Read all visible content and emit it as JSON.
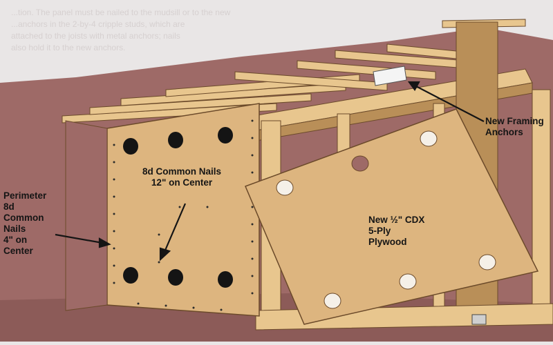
{
  "labels": {
    "framing_anchors": [
      "New Framing",
      "Anchors"
    ],
    "common_nails": [
      "8d Common Nails",
      "12\" on Center"
    ],
    "perimeter_nails": [
      "Perimeter",
      "8d",
      "Common",
      "Nails",
      "4\" on",
      "Center"
    ],
    "plywood": [
      "New ½\" CDX",
      "5-Ply",
      "Plywood"
    ]
  },
  "faded_text": [
    "...tion. The panel must be nailed to the mudsill or to the new",
    "...anchors in the 2-by-4 cripple studs, which are",
    "attached to the joists with metal anchors; nails",
    "also hold it to the new anchors."
  ],
  "colors": {
    "background": "#e9e6e6",
    "brick_wall": "#9e6a67",
    "plywood": "#ddb57f",
    "lumber": "#e8c68e",
    "joist_shadow": "#b98f58",
    "vent_hole": "#141414",
    "label_text": "#151515"
  },
  "icons": [
    "arrow-icon",
    "framing-anchor-icon",
    "anchor-bolt-icon"
  ]
}
